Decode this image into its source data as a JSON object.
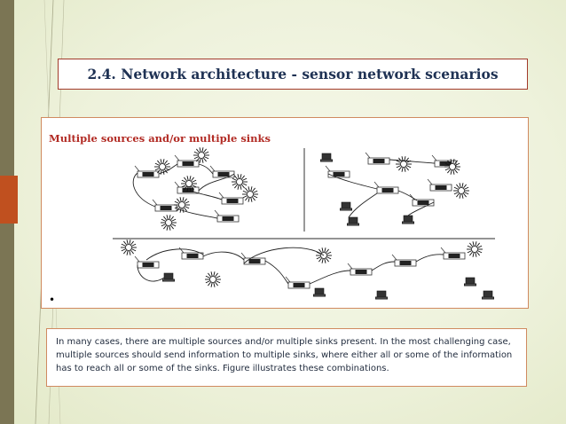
{
  "slide": {
    "title": "2.4.  Network architecture - sensor network scenarios",
    "subtitle": "Multiple sources and/or multiple sinks",
    "bullet": "•",
    "body": "In many cases, there are multiple sources and/or multiple sinks present. In the most challenging case, multiple sources should send information to multiple sinks, where either all or some of the information has to reach all or some of the sinks. Figure  illustrates these combinations."
  },
  "colors": {
    "title_text": "#1f3254",
    "subtitle_text": "#b22b24",
    "box_border": "#d08a60",
    "title_border": "#a23a2a",
    "left_bar": "#7b7554",
    "left_accent": "#c0501f"
  }
}
